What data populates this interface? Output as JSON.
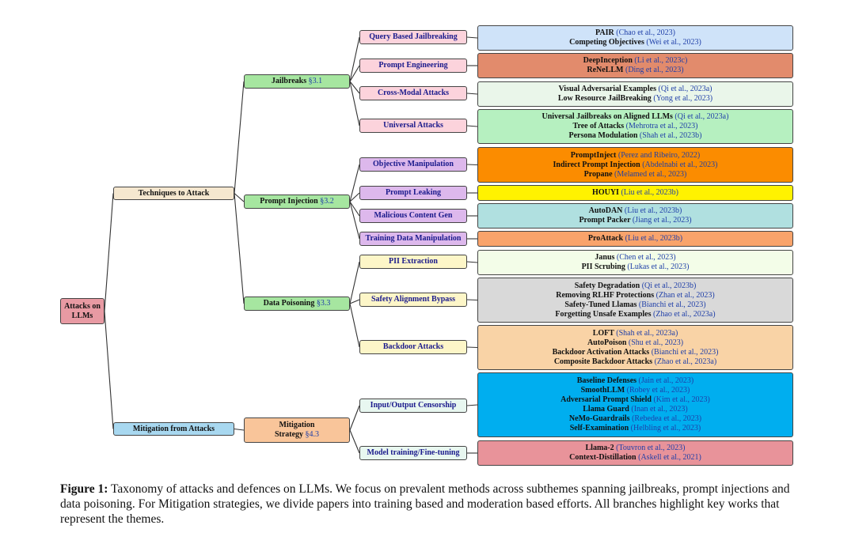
{
  "root": {
    "line1": "Attacks on",
    "line2": "LLMs",
    "color": "#e89aa3"
  },
  "level1": [
    {
      "id": "tech",
      "label": "Techniques to Attack",
      "color": "#f5e7cf"
    },
    {
      "id": "mit",
      "label": "Mitigation from Attacks",
      "color": "#a8d8f0"
    }
  ],
  "level2": [
    {
      "id": "jb",
      "label": "Jailbreaks",
      "sec": "§3.1",
      "color": "#a6e6a0"
    },
    {
      "id": "pi",
      "label": "Prompt Injection",
      "sec": "§3.2",
      "color": "#a6e6a0"
    },
    {
      "id": "dp",
      "label": "Data Poisoning",
      "sec": "§3.3",
      "color": "#a6e6a0"
    },
    {
      "id": "ms",
      "line1": "Mitigation",
      "line2": "Strategy",
      "sec": "§4.3",
      "color": "#f9c59a"
    }
  ],
  "level3": [
    {
      "id": "qbj",
      "label": "Query Based Jailbreaking",
      "color": "#fcd3dc"
    },
    {
      "id": "pe",
      "label": "Prompt Engineering",
      "color": "#fcd3dc"
    },
    {
      "id": "cma",
      "label": "Cross-Modal Attacks",
      "color": "#fcd3dc"
    },
    {
      "id": "ua",
      "label": "Universal Attacks",
      "color": "#fcd3dc"
    },
    {
      "id": "om",
      "label": "Objective Manipulation",
      "color": "#ddb8ec"
    },
    {
      "id": "pl",
      "label": "Prompt Leaking",
      "color": "#ddb8ec"
    },
    {
      "id": "mcg",
      "label": "Malicious Content Gen",
      "color": "#ddb8ec"
    },
    {
      "id": "tdm",
      "label": "Training Data Manipulation",
      "color": "#ddb8ec"
    },
    {
      "id": "pii",
      "label": "PII Extraction",
      "color": "#fdf6c8"
    },
    {
      "id": "sab",
      "label": "Safety Alignment Bypass",
      "color": "#fdf6c8"
    },
    {
      "id": "ba",
      "label": "Backdoor Attacks",
      "color": "#fdf6c8"
    },
    {
      "id": "ioc",
      "label": "Input/Output Censorship",
      "color": "#e8f7f0"
    },
    {
      "id": "mtf",
      "label": "Model training/Fine-tuning",
      "color": "#e8f7f0"
    }
  ],
  "leaves": [
    {
      "id": "qbj",
      "color": "#cfe3f9",
      "items": [
        {
          "name": "PAIR",
          "ref": "(Chao et al., 2023)"
        },
        {
          "name": "Competing Objectives",
          "ref": "(Wei et al., 2023)"
        }
      ]
    },
    {
      "id": "pe",
      "color": "#e28b6c",
      "items": [
        {
          "name": "DeepInception",
          "ref": "(Li et al., 2023c)"
        },
        {
          "name": "ReNeLLM",
          "ref": "(Ding et al., 2023)"
        }
      ]
    },
    {
      "id": "cma",
      "color": "#eaf6ea",
      "items": [
        {
          "name": "Visual Adversarial Examples",
          "ref": "(Qi et al., 2023a)"
        },
        {
          "name": "Low Resource JailBreaking",
          "ref": "(Yong et al., 2023)"
        }
      ]
    },
    {
      "id": "ua",
      "color": "#b6f0c0",
      "items": [
        {
          "name": "Universal Jailbreaks on Aligned LLMs",
          "ref": "(Qi et al., 2023a)"
        },
        {
          "name": "Tree of Attacks",
          "ref": "(Mehrotra et al., 2023)"
        },
        {
          "name": "Persona Modulation",
          "ref": "(Shah et al., 2023b)"
        }
      ]
    },
    {
      "id": "om",
      "color": "#fb8c00",
      "items": [
        {
          "name": "PromptInject",
          "ref": "(Perez and Ribeiro, 2022)"
        },
        {
          "name": "Indirect Prompt Injection",
          "ref": "(Abdelnabi et al., 2023)"
        },
        {
          "name": "Propane",
          "ref": "(Melamed et al., 2023)"
        }
      ]
    },
    {
      "id": "pl",
      "color": "#fff200",
      "items": [
        {
          "name": "HOUYI",
          "ref": "(Liu et al., 2023b)"
        }
      ]
    },
    {
      "id": "mcg",
      "color": "#b0e0e0",
      "items": [
        {
          "name": "AutoDAN",
          "ref": "(Liu et al., 2023b)"
        },
        {
          "name": "Prompt Packer",
          "ref": "(Jiang et al., 2023)"
        }
      ]
    },
    {
      "id": "tdm",
      "color": "#f9a36b",
      "items": [
        {
          "name": "ProAttack",
          "ref": "(Liu et al., 2023b)"
        }
      ]
    },
    {
      "id": "pii",
      "color": "#f3fde8",
      "items": [
        {
          "name": "Janus",
          "ref": "(Chen et al., 2023)"
        },
        {
          "name": "PII Scrubing",
          "ref": "(Lukas et al., 2023)"
        }
      ]
    },
    {
      "id": "sab",
      "color": "#d9d9d9",
      "items": [
        {
          "name": "Safety Degradation",
          "ref": "(Qi et al., 2023b)"
        },
        {
          "name": "Removing RLHF Protections",
          "ref": "(Zhan et al., 2023)"
        },
        {
          "name": "Safety-Tuned Llamas",
          "ref": "(Bianchi et al., 2023)"
        },
        {
          "name": "Forgetting Unsafe Examples",
          "ref": "(Zhao et al., 2023a)"
        }
      ]
    },
    {
      "id": "ba",
      "color": "#f9d3a6",
      "items": [
        {
          "name": "LOFT",
          "ref": "(Shah et al., 2023a)"
        },
        {
          "name": "AutoPoison",
          "ref": "(Shu et al., 2023)"
        },
        {
          "name": "Backdoor Activation Attacks",
          "ref": "(Bianchi et al., 2023)"
        },
        {
          "name": "Composite Backdoor Attacks",
          "ref": "(Zhao et al., 2023a)"
        }
      ]
    },
    {
      "id": "ioc",
      "color": "#00aeef",
      "items": [
        {
          "name": "Baseline Defenses",
          "ref": "(Jain et al., 2023)"
        },
        {
          "name": "SmoothLLM",
          "ref": "(Robey et al., 2023)"
        },
        {
          "name": "Adversarial Prompt Shield",
          "ref": "(Kim et al., 2023)"
        },
        {
          "name": "Llama Guard",
          "ref": "(Inan et al., 2023)"
        },
        {
          "name": "NeMo-Guardrails",
          "ref": "(Rebedea et al., 2023)"
        },
        {
          "name": "Self-Examination",
          "ref": "(Helbling et al., 2023)"
        }
      ]
    },
    {
      "id": "mtf",
      "color": "#e8939a",
      "items": [
        {
          "name": "Llama-2",
          "ref": "(Touvron et al., 2023)"
        },
        {
          "name": "Context-Distillation",
          "ref": "(Askell et al., 2021)"
        }
      ]
    }
  ],
  "caption": {
    "label": "Figure 1:",
    "text": "Taxonomy of attacks and defences on LLMs. We focus on prevalent methods across subthemes spanning jailbreaks, prompt injections and data poisoning. For Mitigation strategies, we divide papers into training based and moderation based efforts. All branches highlight key works that represent the themes."
  }
}
